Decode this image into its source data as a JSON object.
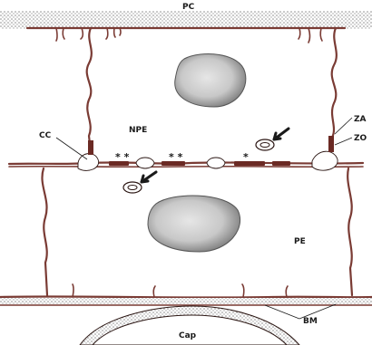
{
  "labels": {
    "pc": "PC",
    "npe": "NPE",
    "cc": "CC",
    "za": "ZA",
    "zo": "ZO",
    "pe": "PE",
    "bm": "BM",
    "cap": "Cap",
    "stars_left": "* *",
    "stars_mid": "* *",
    "star_right": "*"
  },
  "colors": {
    "membrane": "#7a3b34",
    "nucleus_fill": "#c9c9c9",
    "stipple": "#8c8c8c"
  }
}
